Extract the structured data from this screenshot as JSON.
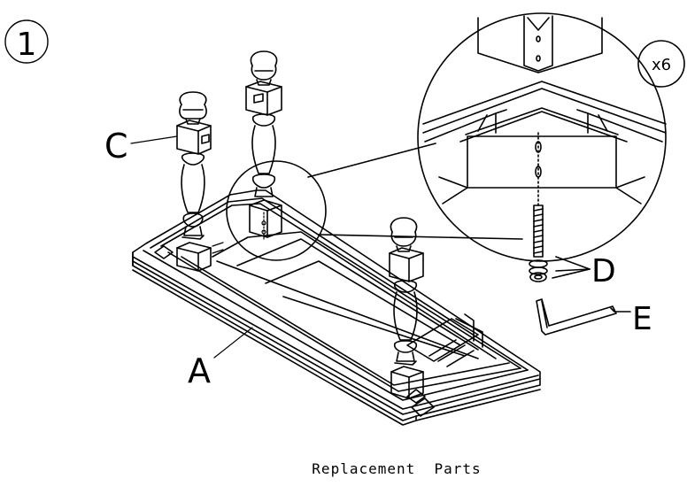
{
  "step": {
    "number": "1"
  },
  "callouts": {
    "tabletop": "A",
    "leg": "C",
    "bolts_washers": "D",
    "allen_key": "E",
    "quantity": "x6"
  },
  "footer": {
    "text": "Replacement  Parts"
  },
  "colors": {
    "ink": "#000000",
    "paper": "#ffffff"
  }
}
